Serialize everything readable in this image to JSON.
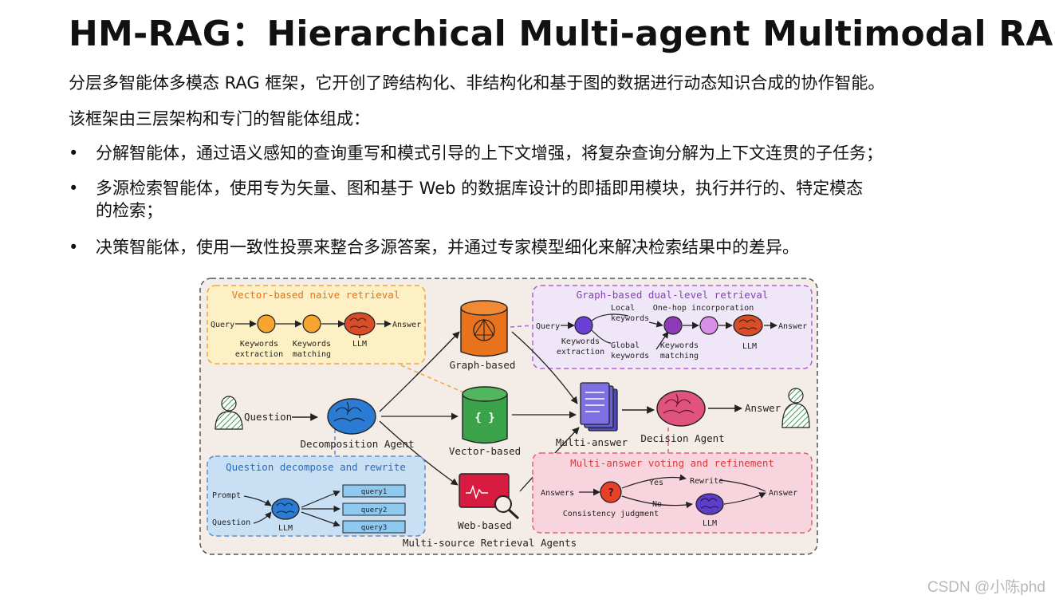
{
  "title": "HM-RAG：Hierarchical Multi-agent Multimodal RAG",
  "intro": "分层多智能体多模态 RAG 框架，它开创了跨结构化、非结构化和基于图的数据进行动态知识合成的协作智能。",
  "composition": "该框架由三层架构和专门的智能体组成：",
  "bullets": [
    {
      "marker": "•",
      "line1": "分解智能体，通过语义感知的查询重写和模式引导的上下文增强，将复杂查询分解为上下文连贯的子任务；",
      "line2": ""
    },
    {
      "marker": "•",
      "line1": "多源检索智能体，使用专为矢量、图和基于 Web 的数据库设计的即插即用模块，执行并行的、特定模态",
      "line2": "的检索；"
    },
    {
      "marker": "•",
      "line1": "决策智能体，使用一致性投票来整合多源答案，并通过专家模型细化来解决检索结果中的差异。",
      "line2": ""
    }
  ],
  "figure": {
    "vector_panel": {
      "title": "Vector-based naive retrieval",
      "query": "Query",
      "step1a": "Keywords",
      "step1b": "extraction",
      "step2a": "Keywords",
      "step2b": "matching",
      "llm": "LLM",
      "answer": "Answer"
    },
    "graph_panel": {
      "title": "Graph-based dual-level retrieval",
      "query": "Query",
      "extract_a": "Keywords",
      "extract_b": "extraction",
      "local_a": "Local",
      "local_b": "keywords",
      "global_a": "Global",
      "global_b": "keywords",
      "onehop": "One-hop incorporation",
      "match_a": "Keywords",
      "match_b": "matching",
      "llm": "LLM",
      "answer": "Answer"
    },
    "decompose_panel": {
      "title": "Question decompose and rewrite",
      "prompt": "Prompt",
      "question": "Question",
      "llm": "LLM",
      "q1": "query1",
      "q2": "query2",
      "q3": "query3"
    },
    "voting_panel": {
      "title": "Multi-answer voting and refinement",
      "answers": "Answers",
      "qmark": "?",
      "consistency": "Consistency judgment",
      "yes": "Yes",
      "no": "No",
      "rewrite": "Rewrite",
      "llm": "LLM",
      "answer": "Answer"
    },
    "main": {
      "question": "Question",
      "decomposition": "Decomposition Agent",
      "graph": "Graph-based",
      "vector": "Vector-based",
      "vector_icon": "{ }",
      "web": "Web-based",
      "multi_answer": "Multi-answer",
      "decision": "Decision Agent",
      "answer": "Answer",
      "footer": "Multi-source Retrieval Agents"
    },
    "colors": {
      "background": "#f4ece6",
      "vector_panel": "#fdf0c4",
      "graph_panel": "#efe7f7",
      "decompose_panel": "#c9e0f4",
      "voting_panel": "#f8d5de",
      "orange": "#f2a53a",
      "purple": "#8a3fc2",
      "brain": "#d84c28",
      "decomp_brain": "#2a7bd1",
      "decision_brain": "#e0537f",
      "graph_db": "#e8731c",
      "vector_db": "#3aa34a",
      "person": "#9fd7a9"
    }
  },
  "watermark": "CSDN @小陈phd"
}
